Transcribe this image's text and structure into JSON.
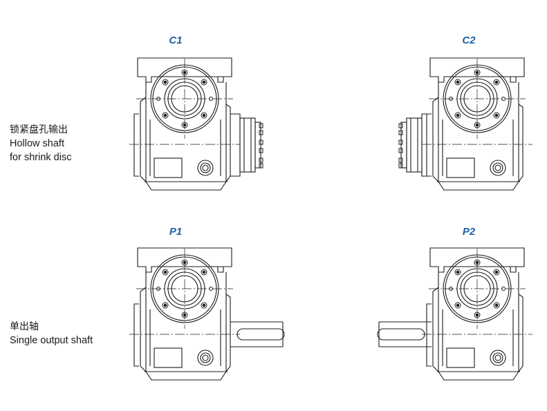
{
  "rows": [
    {
      "cn": "锁紧盘孔输出",
      "en1": "Hollow shaft",
      "en2": "for shrink disc"
    },
    {
      "cn": "单出轴",
      "en1": "Single output shaft"
    }
  ],
  "variants": [
    "C1",
    "C2",
    "P1",
    "P2"
  ],
  "colors": {
    "label": "#1f5fa8",
    "line": "#1a1a1a"
  }
}
